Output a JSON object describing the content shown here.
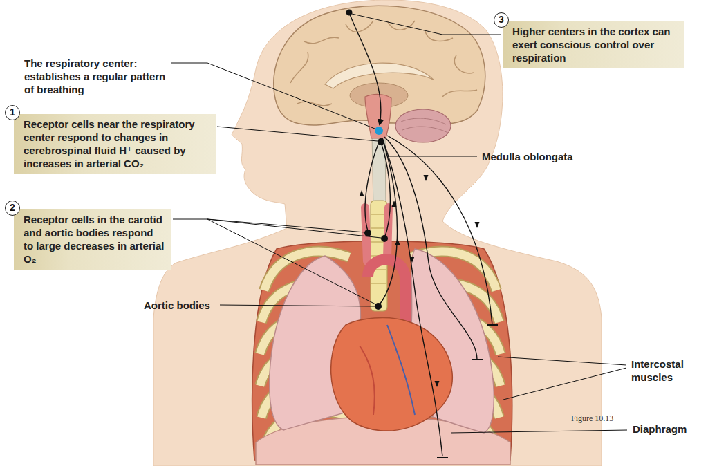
{
  "diagram": {
    "caption": "Figure 10.13",
    "nodes": [
      {
        "text": [
          "3",
          "Higher centers in the cortex can exert conscious control over respiration"
        ]
      },
      {
        "text": [
          "1",
          "Receptor cells near the respiratory center respond to changes in cerebrospinal fluid H⁺ caused by increases in arterial CO₂"
        ]
      },
      {
        "text": [
          "2",
          "Receptor cells in the carotid and aortic bodies respond to large decreases in arterial O₂"
        ]
      }
    ],
    "labels": [
      "The respiratory center: establishes a regular pattern of breathing",
      "Medulla oblongata",
      "Aortic bodies",
      "Intercostal muscles",
      "Diaphragm"
    ]
  }
}
